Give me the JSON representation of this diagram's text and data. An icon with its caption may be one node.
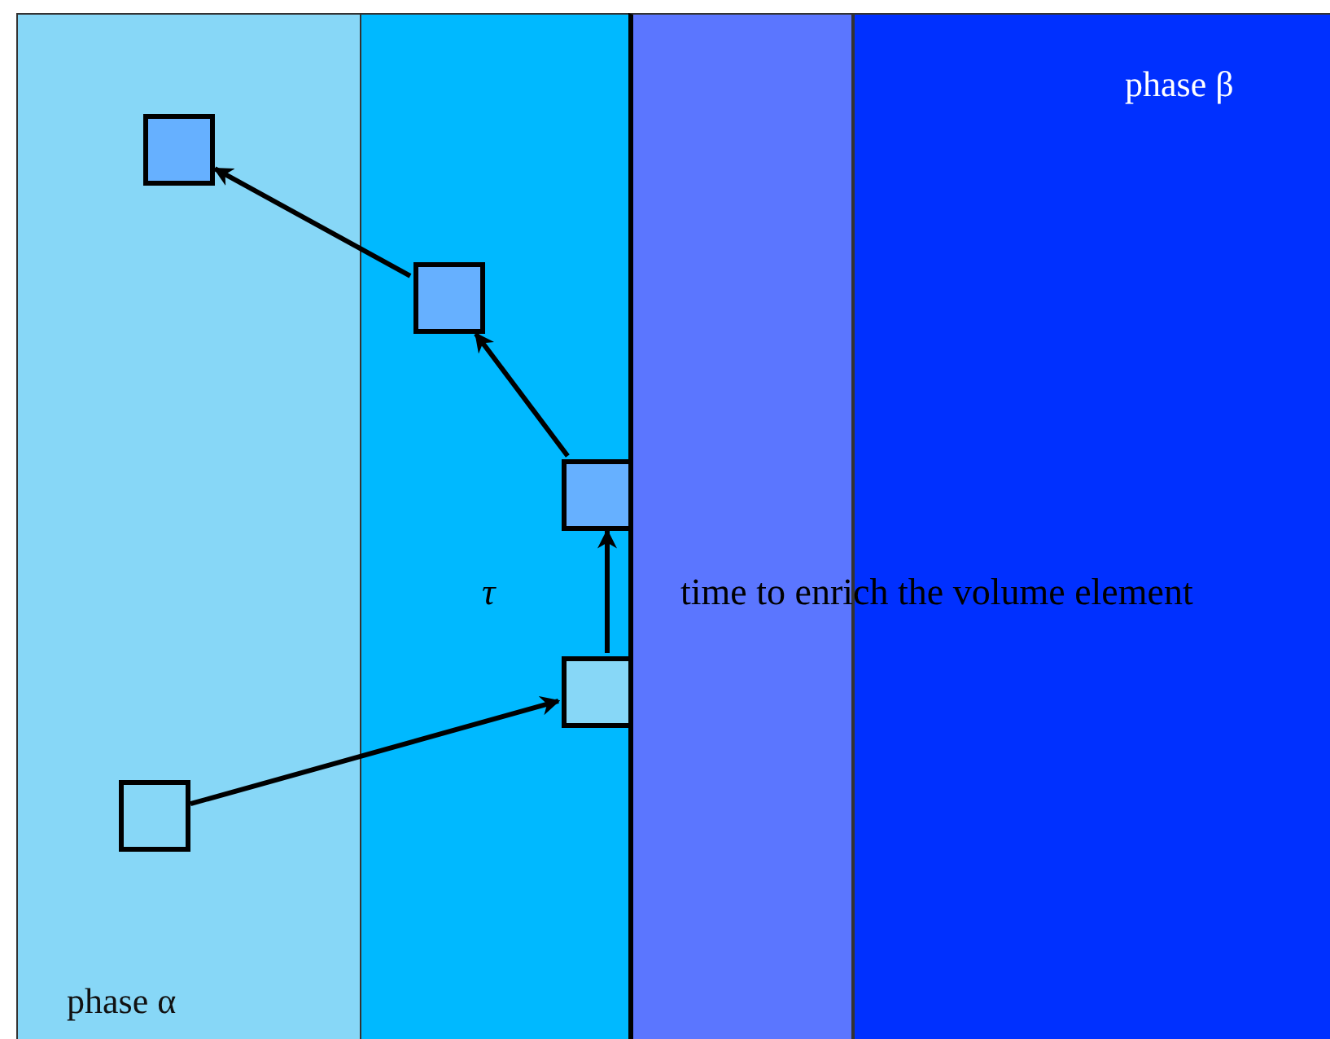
{
  "diagram": {
    "nodes": [
      {
        "text": [
          "phase α"
        ]
      },
      {
        "text": [],
        "shape": "band"
      },
      {
        "text": [],
        "shape": "band"
      },
      {
        "text": [
          "phase β"
        ]
      },
      {
        "text": [],
        "shape": "box",
        "in": 0
      },
      {
        "text": [],
        "shape": "box",
        "in": 1
      },
      {
        "text": [],
        "shape": "box",
        "in": 1
      },
      {
        "text": [],
        "shape": "box",
        "in": 1
      },
      {
        "text": [],
        "shape": "box",
        "in": 0
      }
    ],
    "edges": [
      {
        "from": 8,
        "to": 7,
        "arrow": "to"
      },
      {
        "from": 7,
        "to": 6,
        "arrow": "to"
      },
      {
        "from": 6,
        "to": 5,
        "arrow": "to"
      },
      {
        "from": 5,
        "to": 4,
        "arrow": "to"
      }
    ],
    "labels": [
      "τ",
      "time to enrich the volume element"
    ]
  }
}
